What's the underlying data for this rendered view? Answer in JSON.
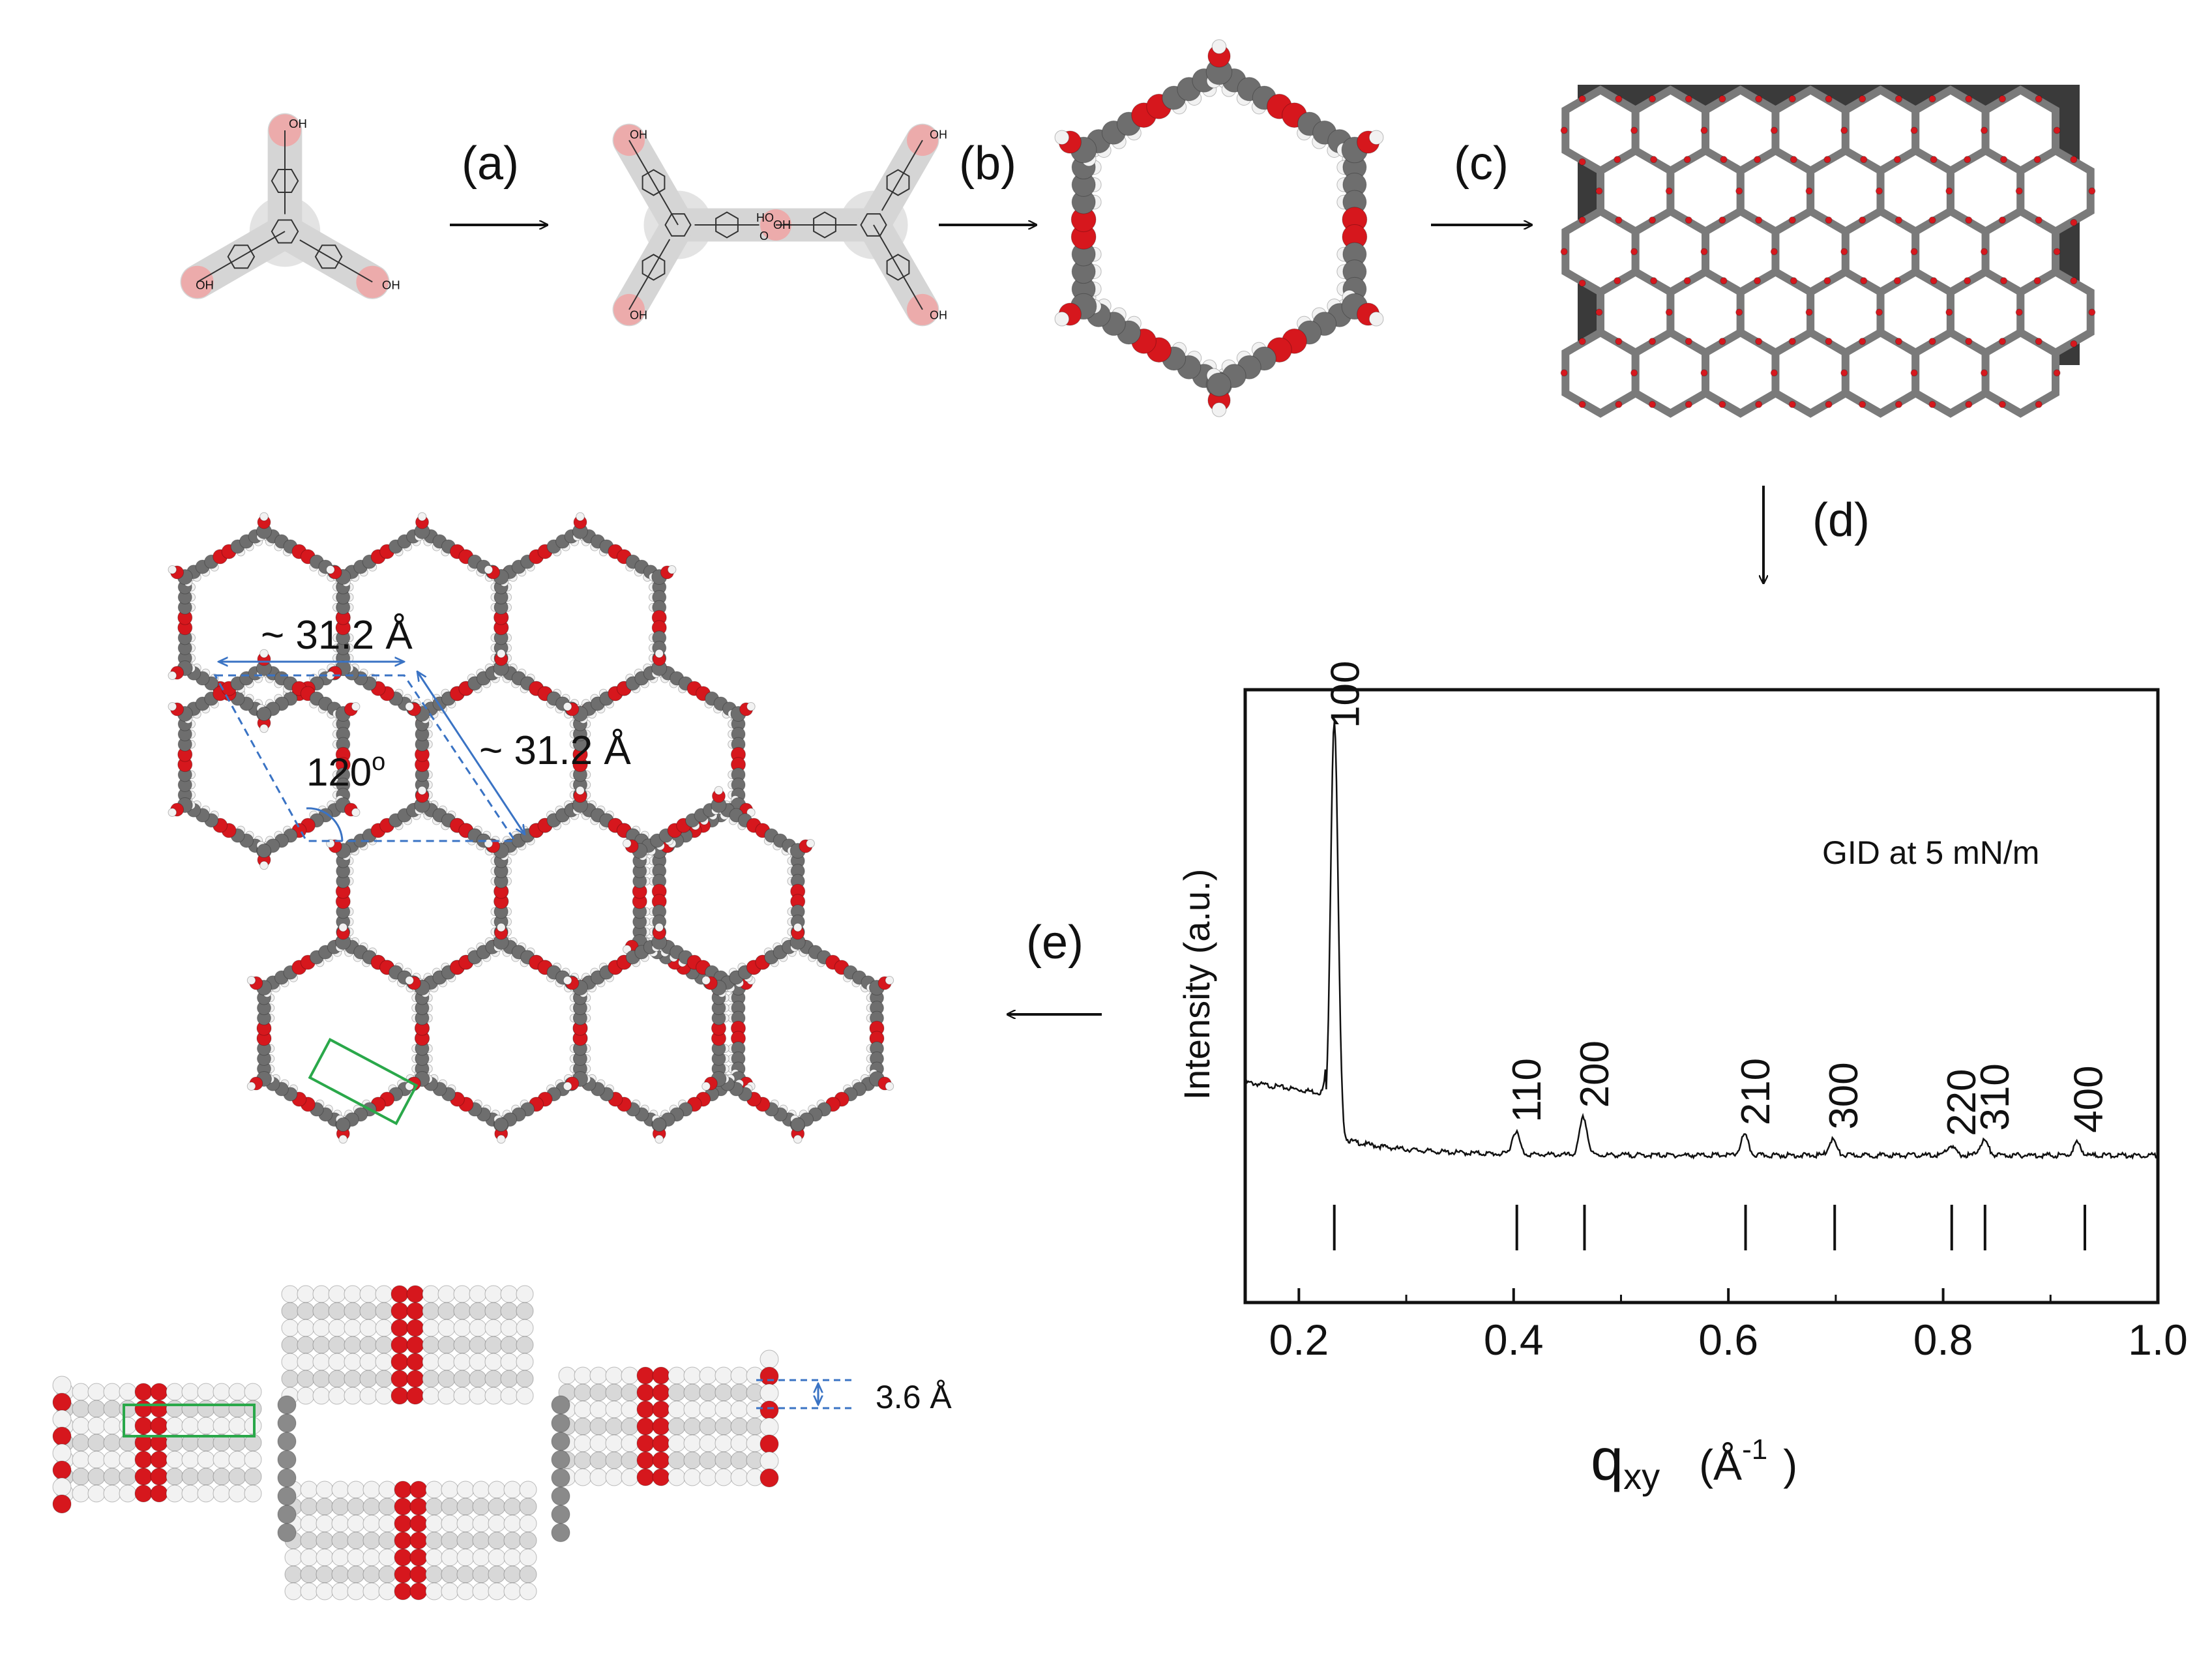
{
  "scheme": {
    "steps": [
      {
        "id": "a",
        "label": "(a)"
      },
      {
        "id": "b",
        "label": "(b)"
      },
      {
        "id": "c",
        "label": "(c)"
      },
      {
        "id": "d",
        "label": "(d)"
      },
      {
        "id": "e",
        "label": "(e)"
      }
    ],
    "molecule_labels": {
      "carboxyl": "OH",
      "carbonyl_o": "O",
      "hbond_o": "O",
      "hbond_ho": "HO"
    }
  },
  "lattice": {
    "a_length": "~ 31.2 Å",
    "b_length": "~ 31.2 Å",
    "angle": "120",
    "angle_unit": "o"
  },
  "stack": {
    "spacing": "3.6 Å"
  },
  "colors": {
    "carbon": "#6e6e6e",
    "oxygen": "#d6171d",
    "hydrogen": "#f2f2f2",
    "annotation_blue": "#3a73c4",
    "highlight_green": "#2aa84a"
  },
  "chart_data": {
    "type": "line",
    "annotation": "GID at 5 mN/m",
    "ylabel": "Intensity (a.u.)",
    "xlabel_main": "q",
    "xlabel_sub": "xy",
    "xlabel_unit": "(Å",
    "xlabel_unit_exp": "-1",
    "xlabel_unit_close": ")",
    "xlim": [
      0.15,
      1.0
    ],
    "x_ticks": [
      0.2,
      0.4,
      0.6,
      0.8,
      1.0
    ],
    "x_tick_labels": [
      "0.2",
      "0.4",
      "0.6",
      "0.8",
      "1.0"
    ],
    "peaks": [
      {
        "label": "100",
        "q": 0.233,
        "height": 1.0,
        "width": 0.0035
      },
      {
        "label": "110",
        "q": 0.402,
        "height": 0.055,
        "width": 0.0035
      },
      {
        "label": "200",
        "q": 0.465,
        "height": 0.09,
        "width": 0.0035
      },
      {
        "label": "210",
        "q": 0.615,
        "height": 0.048,
        "width": 0.0035
      },
      {
        "label": "300",
        "q": 0.697,
        "height": 0.038,
        "width": 0.0035
      },
      {
        "label": "220",
        "q": 0.807,
        "height": 0.022,
        "width": 0.004
      },
      {
        "label": "310",
        "q": 0.838,
        "height": 0.035,
        "width": 0.004
      },
      {
        "label": "400",
        "q": 0.925,
        "height": 0.03,
        "width": 0.0035
      }
    ],
    "reference_positions": [
      0.233,
      0.403,
      0.466,
      0.616,
      0.699,
      0.808,
      0.839,
      0.932
    ],
    "background": {
      "start": 0.195,
      "end": 0.02
    }
  }
}
